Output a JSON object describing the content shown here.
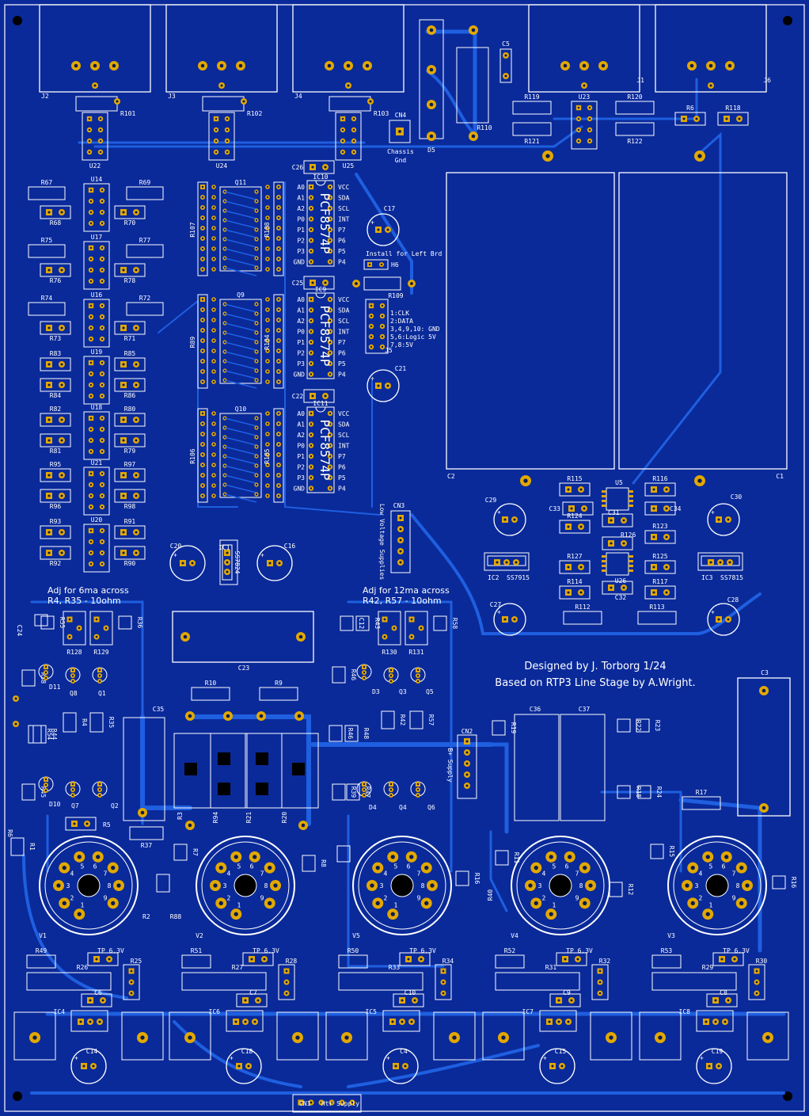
{
  "board": {
    "bg_color": "#0a2a9a",
    "trace_color": "#1f5fe0",
    "silk_color": "#ffffff",
    "pad_color": "#e2a800"
  },
  "credits": {
    "line1": "Designed by J. Torborg 1/24",
    "line2": "Based on RTP3 Line Stage by A.Wright."
  },
  "notes": {
    "adj_6ma_1": "Adj for 6ma across",
    "adj_6ma_2": "R4, R35 - 10ohm",
    "adj_12ma_1": "Adj for 12ma across",
    "adj_12ma_2": "R42, R57 - 10ohm",
    "install_left": "Install for Left Brd",
    "chassis": "Chassis",
    "gnd": "Gnd",
    "low_voltage": "Low Voltage Supplies",
    "b_plus": "B+ Supply",
    "htr_supply": "Htr Supply",
    "j5_pins": [
      "1:CLK",
      "2:DATA",
      "3,4,9,10: GND",
      "5,6:Logic 5V",
      "7,8:5V"
    ]
  },
  "ic_chips": [
    {
      "id": "IC10",
      "part": "PCF8574P"
    },
    {
      "id": "IC9",
      "part": "PCF8574P"
    },
    {
      "id": "IC11",
      "part": "PCF8574P"
    }
  ],
  "pcf_pins_left": [
    "A0",
    "A1",
    "A2",
    "P0",
    "P1",
    "P2",
    "P3",
    "GND"
  ],
  "pcf_pins_right": [
    "VCC",
    "SDA",
    "SCL",
    "INT",
    "P7",
    "P6",
    "P5",
    "P4"
  ],
  "regulators": {
    "ic1": {
      "ref": "IC1",
      "part": "SS7824"
    },
    "ic2": {
      "ref": "IC2",
      "part": "SS7915"
    },
    "ic3": {
      "ref": "IC3",
      "part": "SS7815"
    }
  },
  "connectors": {
    "top": [
      "J2",
      "J3",
      "J4",
      "J1",
      "J6"
    ],
    "cn4": "CN4",
    "cn3": "CN3",
    "cn2": "CN2",
    "cn1": "CN1",
    "j5": "J5",
    "h6": "H6"
  },
  "tubes": [
    {
      "ref": "V1"
    },
    {
      "ref": "V2"
    },
    {
      "ref": "V5"
    },
    {
      "ref": "V4"
    },
    {
      "ref": "V3"
    }
  ],
  "tp_label": "TP 6.3V",
  "designators": {
    "relay_pots": [
      "R101",
      "R102",
      "R103"
    ],
    "relays": [
      "U22",
      "U24",
      "U25",
      "U23"
    ],
    "q_chips": [
      "Q11",
      "Q9",
      "Q10"
    ],
    "sip_left": [
      "R107",
      "R89",
      "R106"
    ],
    "sip_right": [
      "R108",
      "R104",
      "R105"
    ],
    "caps_misc": [
      "C26",
      "C25",
      "C22",
      "C17",
      "C21",
      "C5",
      "D5",
      "R110",
      "R109"
    ],
    "top_right": [
      "R119",
      "R120",
      "R121",
      "R122",
      "R6",
      "R118"
    ],
    "big_caps": [
      "C2",
      "C1",
      "C3",
      "C23"
    ],
    "left_block": [
      {
        "u": "U14",
        "l": [
          "R67",
          "R68"
        ],
        "r": [
          "R69",
          "R70"
        ]
      },
      {
        "u": "U17",
        "l": [
          "R75",
          "R76"
        ],
        "r": [
          "R77",
          "R78"
        ]
      },
      {
        "u": "U16",
        "l": [
          "R74",
          "R73"
        ],
        "r": [
          "R72",
          "R71"
        ]
      },
      {
        "u": "U19",
        "l": [
          "R83",
          "R84"
        ],
        "r": [
          "R85",
          "R86"
        ]
      },
      {
        "u": "U18",
        "l": [
          "R82",
          "R81"
        ],
        "r": [
          "R80",
          "R79"
        ]
      },
      {
        "u": "U21",
        "l": [
          "R95",
          "R96"
        ],
        "r": [
          "R97",
          "R98"
        ]
      },
      {
        "u": "U20",
        "l": [
          "R93",
          "R92"
        ],
        "r": [
          "R91",
          "R90"
        ]
      }
    ],
    "supply_area": [
      "U5",
      "U26",
      "R115",
      "R116",
      "C33",
      "C34",
      "C31",
      "R126",
      "R124",
      "R123",
      "R127",
      "R125",
      "R114",
      "R117",
      "C32",
      "R112",
      "R113",
      "C29",
      "C30",
      "C27",
      "C28",
      "C20",
      "C16"
    ],
    "left_amp": [
      "C24",
      "R55",
      "R36",
      "R128",
      "R129",
      "R38",
      "D11",
      "Q8",
      "Q1",
      "R54",
      "R44",
      "R4",
      "R35",
      "C35",
      "R45",
      "D10",
      "Q7",
      "Q2",
      "R5",
      "R37",
      "R1",
      "R6",
      "R2",
      "R88",
      "R7"
    ],
    "mid_amp": [
      "R10",
      "R9",
      "R3",
      "R94",
      "R21",
      "R20",
      "R8",
      "C12",
      "R43",
      "R58",
      "R130",
      "R131",
      "R46",
      "D3",
      "Q3",
      "Q5",
      "R48",
      "R42",
      "R57",
      "R39",
      "R47",
      "D4",
      "Q4",
      "Q6",
      "R16",
      "R40"
    ],
    "right_amp": [
      "C36",
      "C37",
      "R19",
      "R22",
      "R23",
      "R18",
      "R24",
      "R17",
      "R11",
      "R12",
      "R15",
      "R16"
    ],
    "htr_rows": [
      {
        "r1": "R49",
        "r2": "R26",
        "r3": "R25",
        "c": "C6",
        "ic": "IC4",
        "cb": "C14"
      },
      {
        "r1": "R51",
        "r2": "R27",
        "r3": "R28",
        "c": "C7",
        "ic": "IC6",
        "cb": "C18"
      },
      {
        "r1": "R50",
        "r2": "R33",
        "r3": "R34",
        "c": "C10",
        "ic": "IC5",
        "cb": "C4"
      },
      {
        "r1": "R52",
        "r2": "R31",
        "r3": "R32",
        "c": "C9",
        "ic": "IC7",
        "cb": "C15"
      },
      {
        "r1": "R53",
        "r2": "R29",
        "r3": "R30",
        "c": "C8",
        "ic": "IC8",
        "cb": "C19"
      }
    ]
  }
}
